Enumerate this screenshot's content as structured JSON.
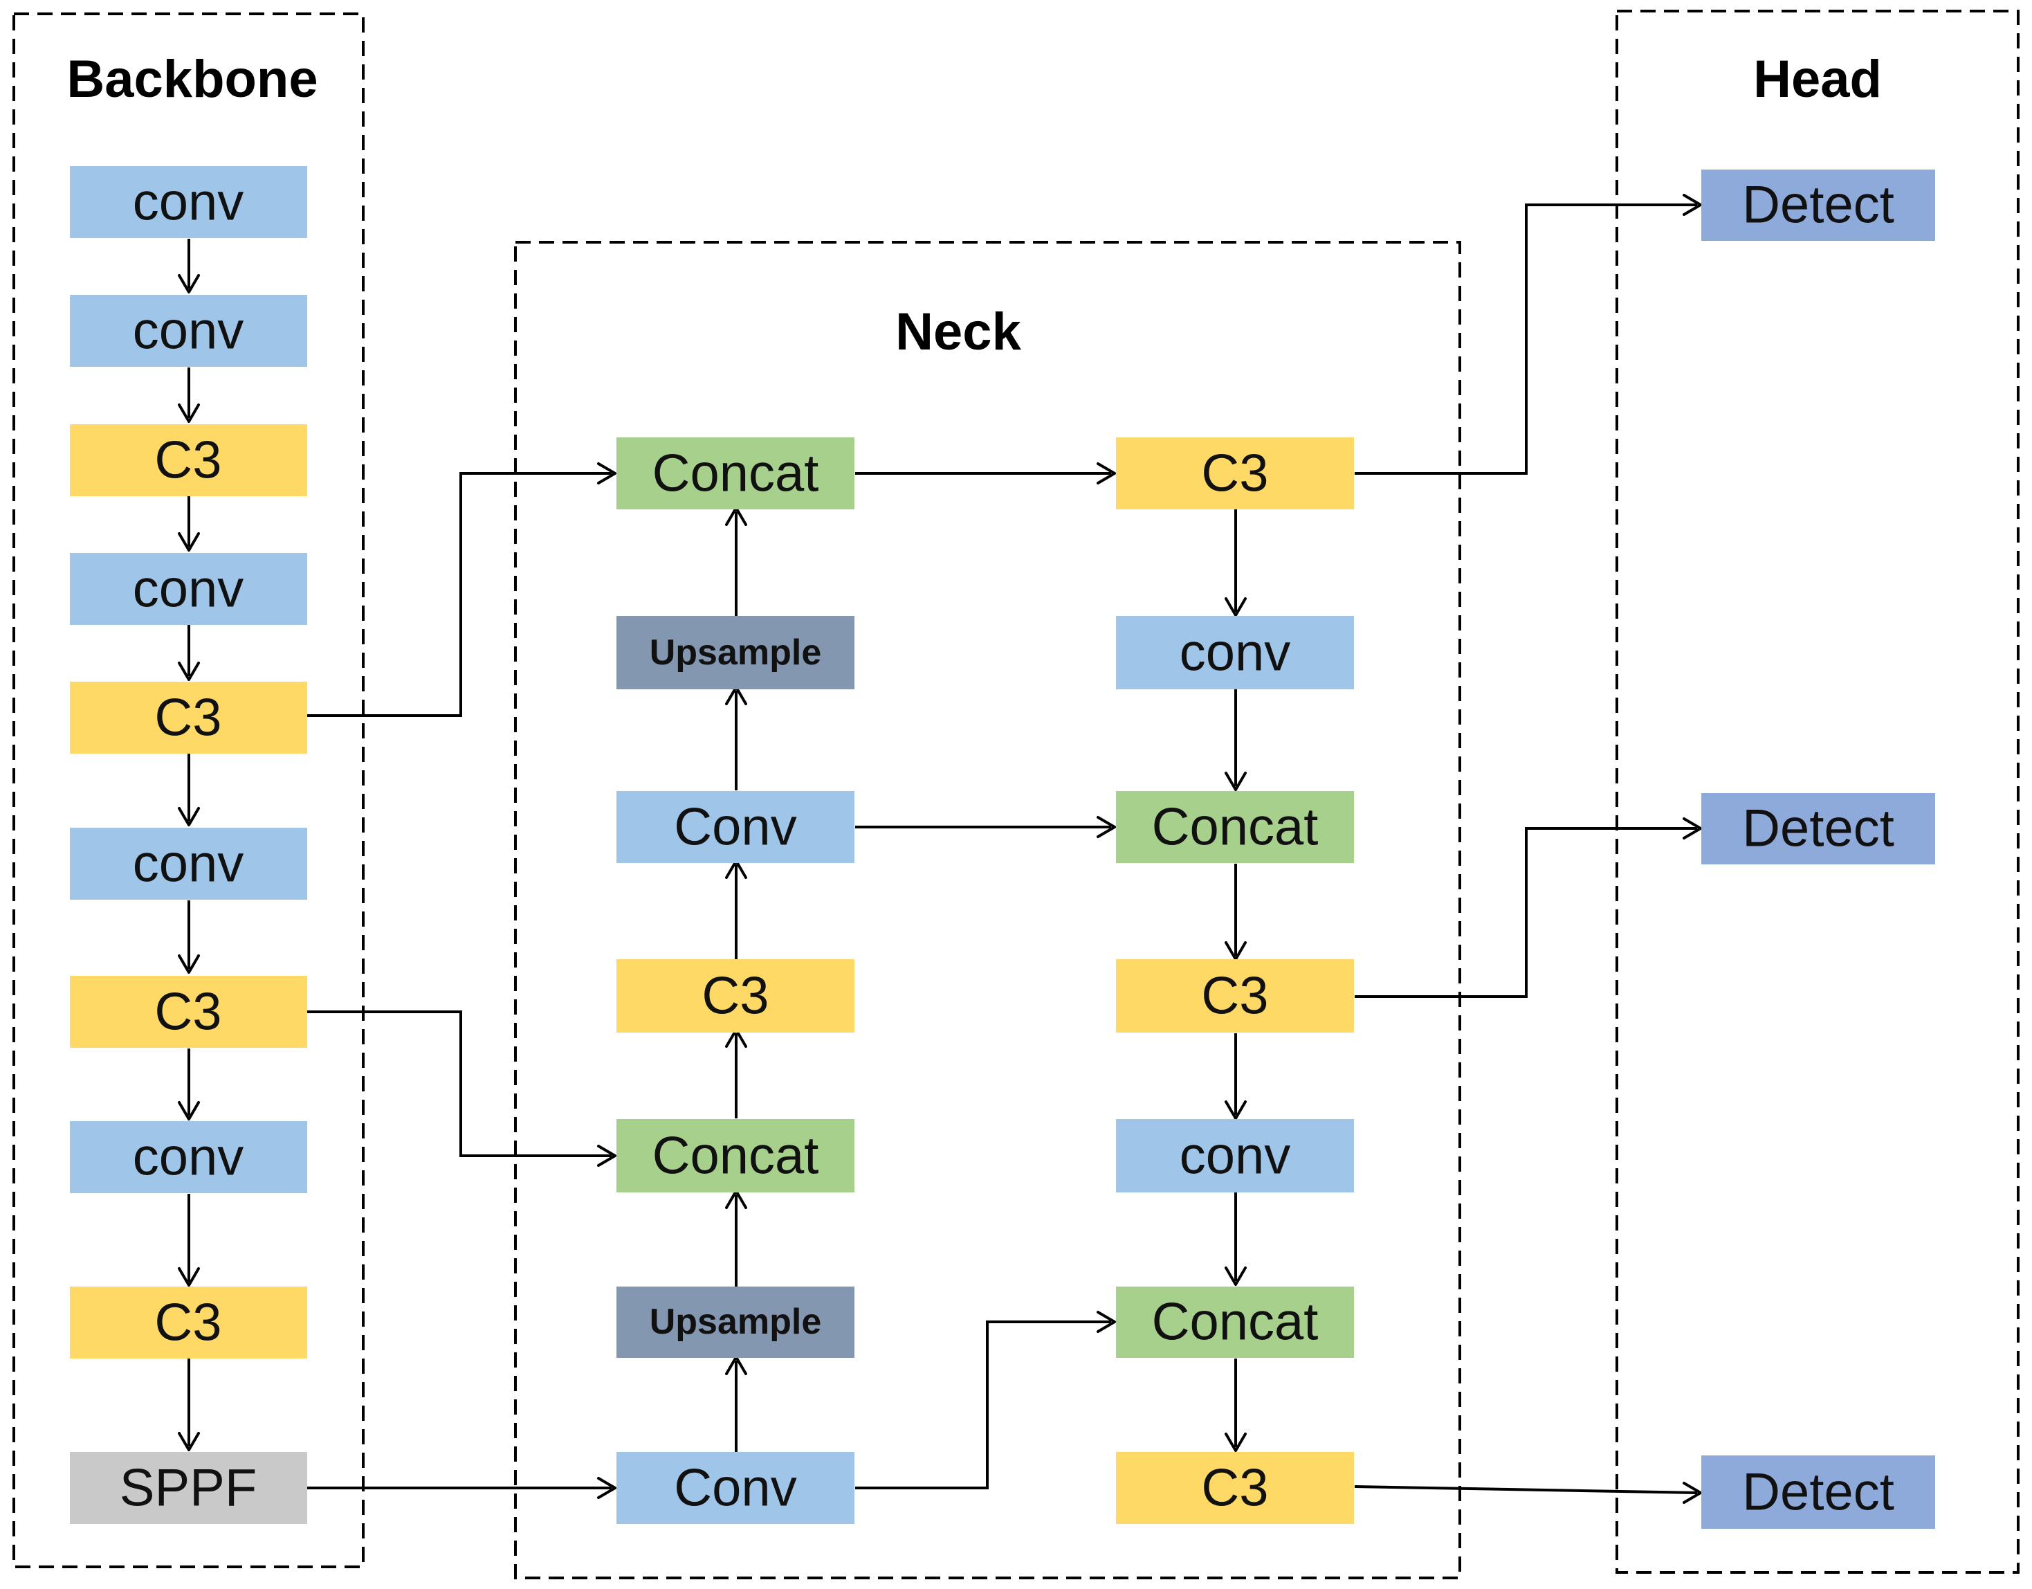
{
  "groups": {
    "backbone": {
      "title": "Backbone"
    },
    "neck": {
      "title": "Neck"
    },
    "head": {
      "title": "Head"
    }
  },
  "colors": {
    "conv": "#9fc5e8",
    "c3": "#ffd966",
    "concat": "#a8d08d",
    "upsample": "#8497b0",
    "sppf": "#c9c9c9",
    "detect": "#8eaadb"
  },
  "nodes": {
    "b_conv1": {
      "label": "conv"
    },
    "b_conv2": {
      "label": "conv"
    },
    "b_c3_1": {
      "label": "C3"
    },
    "b_conv3": {
      "label": "conv"
    },
    "b_c3_2": {
      "label": "C3"
    },
    "b_conv4": {
      "label": "conv"
    },
    "b_c3_3": {
      "label": "C3"
    },
    "b_conv5": {
      "label": "conv"
    },
    "b_c3_4": {
      "label": "C3"
    },
    "b_sppf": {
      "label": "SPPF"
    },
    "n_concat_top": {
      "label": "Concat"
    },
    "n_upsample_top": {
      "label": "Upsample"
    },
    "n_conv_mid": {
      "label": "Conv"
    },
    "n_c3_mid": {
      "label": "C3"
    },
    "n_concat_low": {
      "label": "Concat"
    },
    "n_upsample_low": {
      "label": "Upsample"
    },
    "n_conv_bot": {
      "label": "Conv"
    },
    "n_c3_r1": {
      "label": "C3"
    },
    "n_conv_r1": {
      "label": "conv"
    },
    "n_concat_r1": {
      "label": "Concat"
    },
    "n_c3_r2": {
      "label": "C3"
    },
    "n_conv_r2": {
      "label": "conv"
    },
    "n_concat_r2": {
      "label": "Concat"
    },
    "n_c3_r3": {
      "label": "C3"
    },
    "h_detect1": {
      "label": "Detect"
    },
    "h_detect2": {
      "label": "Detect"
    },
    "h_detect3": {
      "label": "Detect"
    }
  },
  "edges": [
    [
      "b_conv1",
      "b_conv2"
    ],
    [
      "b_conv2",
      "b_c3_1"
    ],
    [
      "b_c3_1",
      "b_conv3"
    ],
    [
      "b_conv3",
      "b_c3_2"
    ],
    [
      "b_c3_2",
      "b_conv4"
    ],
    [
      "b_conv4",
      "b_c3_3"
    ],
    [
      "b_c3_3",
      "b_conv5"
    ],
    [
      "b_conv5",
      "b_c3_4"
    ],
    [
      "b_c3_4",
      "b_sppf"
    ],
    [
      "b_c3_2",
      "n_concat_top"
    ],
    [
      "b_c3_3",
      "n_concat_low"
    ],
    [
      "b_sppf",
      "n_conv_bot"
    ],
    [
      "n_conv_bot",
      "n_upsample_low"
    ],
    [
      "n_upsample_low",
      "n_concat_low"
    ],
    [
      "n_concat_low",
      "n_c3_mid"
    ],
    [
      "n_c3_mid",
      "n_conv_mid"
    ],
    [
      "n_conv_mid",
      "n_upsample_top"
    ],
    [
      "n_upsample_top",
      "n_concat_top"
    ],
    [
      "n_concat_top",
      "n_c3_r1"
    ],
    [
      "n_c3_r1",
      "n_conv_r1"
    ],
    [
      "n_conv_r1",
      "n_concat_r1"
    ],
    [
      "n_conv_mid",
      "n_concat_r1"
    ],
    [
      "n_concat_r1",
      "n_c3_r2"
    ],
    [
      "n_c3_r2",
      "n_conv_r2"
    ],
    [
      "n_conv_r2",
      "n_concat_r2"
    ],
    [
      "n_conv_bot",
      "n_concat_r2"
    ],
    [
      "n_concat_r2",
      "n_c3_r3"
    ],
    [
      "n_c3_r1",
      "h_detect1"
    ],
    [
      "n_c3_r2",
      "h_detect2"
    ],
    [
      "n_c3_r3",
      "h_detect3"
    ]
  ]
}
